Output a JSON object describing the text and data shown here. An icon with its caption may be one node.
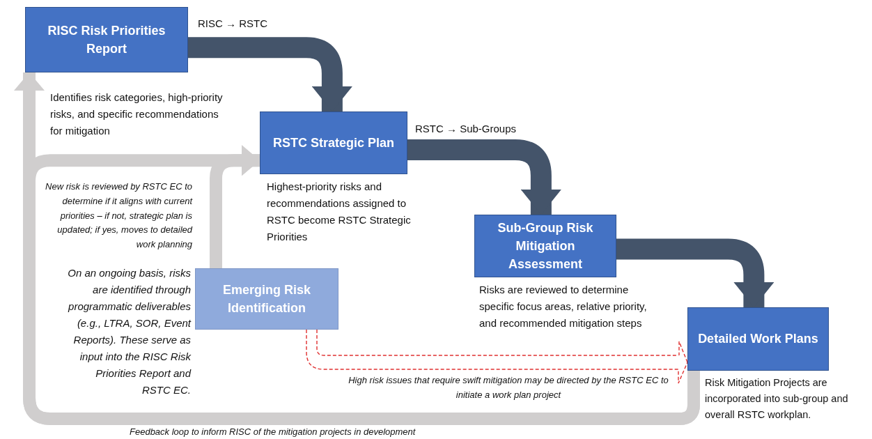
{
  "diagram": {
    "nodes": [
      {
        "text": [
          "RISC Risk Priorities Report"
        ],
        "beside": [
          "Identifies risk categories, high-priority risks, and specific recommendations for mitigation"
        ]
      },
      {
        "text": [
          "RSTC Strategic Plan"
        ],
        "beside": [
          "Highest-priority risks and recommendations assigned to RSTC become RSTC Strategic Priorities"
        ]
      },
      {
        "text": [
          "Sub-Group Risk Mitigation Assessment"
        ],
        "beside": [
          "Risks are reviewed to determine specific focus areas, relative priority, and recommended mitigation steps"
        ]
      },
      {
        "text": [
          "Detailed Work Plans"
        ],
        "beside": [
          "Risk Mitigation Projects are incorporated into sub-group and overall RSTC workplan."
        ]
      },
      {
        "text": [
          "Emerging Risk Identification"
        ],
        "beside": [
          "On an ongoing basis, risks are identified through programmatic deliverables (e.g., LTRA, SOR, Event Reports). These serve as input into the RISC Risk Priorities Report and RSTC EC."
        ]
      }
    ],
    "edges": [
      {
        "from": 0,
        "to": 1,
        "arrow": "to",
        "label": "RISC → RSTC",
        "color": "#44546a"
      },
      {
        "from": 1,
        "to": 2,
        "arrow": "to",
        "label": "RSTC → Sub-Groups",
        "color": "#44546a"
      },
      {
        "from": 2,
        "to": 3,
        "arrow": "to",
        "color": "#44546a"
      },
      {
        "from": 4,
        "to": 1,
        "arrow": "to",
        "color": "#d0cece"
      },
      {
        "from": 4,
        "to": 3,
        "arrow": "to",
        "label": "High risk issues that require swift mitigation may be directed by the RSTC EC to initiate a work plan project",
        "style": "dashed",
        "color": "#e03030"
      },
      {
        "from": 3,
        "to": 0,
        "arrow": "to",
        "label": "Feedback loop to inform RISC of the mitigation projects in development",
        "color": "#d0cece"
      },
      {
        "from": 3,
        "to": 1,
        "arrow": "to",
        "color": "#d0cece"
      }
    ],
    "labels": [
      "New risk is reviewed by RSTC EC to determine if it aligns with current priorities – if not, strategic plan is updated; if yes, moves to detailed work planning"
    ]
  }
}
